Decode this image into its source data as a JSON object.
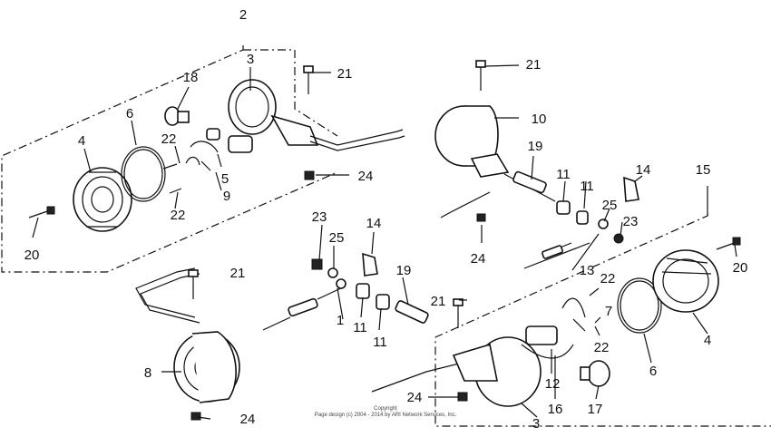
{
  "diagram": {
    "callouts": {
      "c2": "2",
      "c3a": "3",
      "c18": "18",
      "c6a": "6",
      "c4a": "4",
      "c22a": "22",
      "c22b": "22",
      "c5": "5",
      "c9": "9",
      "c20a": "20",
      "c21a": "21",
      "c24a": "24",
      "c21b": "21",
      "c10": "10",
      "c19a": "19",
      "c11a": "11",
      "c11b": "11",
      "c14a": "14",
      "c25a": "25",
      "c23a": "23",
      "c24b": "24",
      "c15": "15",
      "c20b": "20",
      "c13": "13",
      "c22c": "22",
      "c7": "7",
      "c22d": "22",
      "c4b": "4",
      "c6b": "6",
      "c23b": "23",
      "c25b": "25",
      "c14b": "14",
      "c19b": "19",
      "c21c": "21",
      "c21d": "21",
      "c1": "1",
      "c11c": "11",
      "c11d": "11",
      "c8": "8",
      "c24c": "24",
      "c12": "12",
      "c16": "16",
      "c17": "17",
      "c3b": "3",
      "c24d": "24"
    },
    "copyright_line1": "Copyright",
    "copyright_line2": "Page design (c) 2004 - 2014 by ARI Network Services, Inc."
  }
}
